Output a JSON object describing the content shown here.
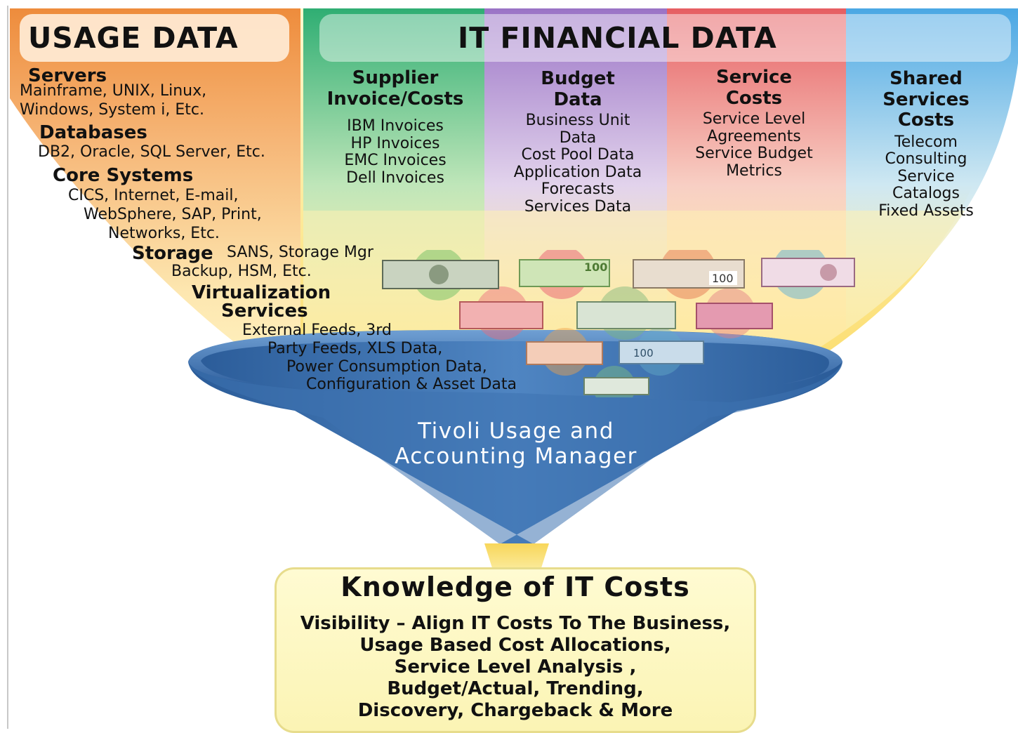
{
  "usage": {
    "title": "USAGE DATA",
    "servers_h": "Servers",
    "servers_1": "Mainframe, UNIX, Linux,",
    "servers_2": "Windows, System i, Etc.",
    "databases_h": "Databases",
    "databases_1": "DB2, Oracle, SQL Server, Etc.",
    "core_h": "Core Systems",
    "core_1": "CICS, Internet, E-mail,",
    "core_2": "WebSphere, SAP, Print,",
    "core_3": "Networks, Etc.",
    "storage_h": "Storage",
    "storage_1": "SANS, Storage Mgr",
    "storage_2": "Backup, HSM, Etc.",
    "virt_h1": "Virtualization",
    "virt_h2": "Services",
    "feeds_1": "External Feeds, 3rd",
    "feeds_2": "Party Feeds, XLS Data,",
    "feeds_3": "Power Consumption Data,",
    "feeds_4": "Configuration & Asset Data"
  },
  "financial": {
    "title": "IT FINANCIAL DATA",
    "columns": [
      {
        "h1": "Supplier",
        "h2": "Invoice/Costs",
        "h3": "",
        "items": [
          "IBM Invoices",
          "HP Invoices",
          "EMC Invoices",
          "Dell Invoices"
        ]
      },
      {
        "h1": "Budget",
        "h2": "Data",
        "h3": "",
        "items": [
          "Business Unit",
          "Data",
          "Cost Pool Data",
          "Application Data",
          "Forecasts",
          "Services Data"
        ]
      },
      {
        "h1": "Service",
        "h2": "Costs",
        "h3": "",
        "items": [
          "Service Level",
          "Agreements",
          "Service Budget",
          "Metrics"
        ]
      },
      {
        "h1": "Shared",
        "h2": "Services",
        "h3": "Costs",
        "items": [
          "Telecom",
          "Consulting",
          "Service",
          "Catalogs",
          "Fixed Assets"
        ]
      }
    ]
  },
  "funnel": {
    "line1": "Tivoli Usage and",
    "line2": "Accounting Manager"
  },
  "knowledge": {
    "title": "Knowledge of IT Costs",
    "lines": [
      "Visibility – Align IT Costs To The Business,",
      "Usage Based Cost Allocations,",
      "Service Level Analysis ,",
      "Budget/Actual, Trending,",
      "Discovery, Chargeback & More"
    ]
  },
  "banknotes": {
    "labels": [
      "100",
      "100",
      "100"
    ]
  },
  "colors": {
    "usage_band": "#ef9a52",
    "supplier_band": "#3db37a",
    "budget_band": "#9c78c4",
    "service_band": "#e7676a",
    "shared_band": "#55aee6",
    "funnel": "#3a6fae",
    "knowledge_box": "#fbf4b4"
  }
}
